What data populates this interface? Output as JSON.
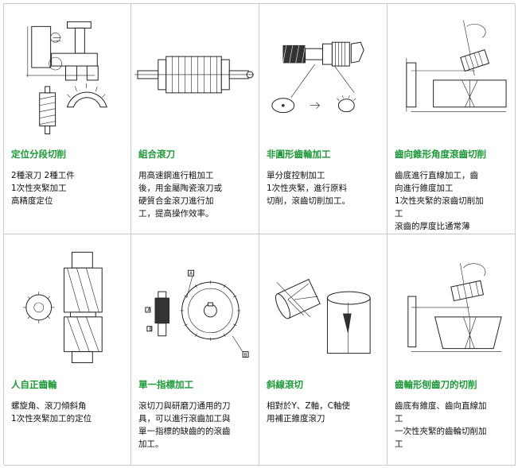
{
  "cells": [
    {
      "title": "定位分段切削",
      "lines": [
        "2種滾刀 2種工件",
        "1次性夾緊加工",
        "高精度定位"
      ]
    },
    {
      "title": "組合滾刀",
      "lines": [
        "用高速鋼進行粗加工",
        "後，用金屬陶瓷滾刀或",
        "硬質合金滾刀進行加",
        "工，提高操作效率。"
      ]
    },
    {
      "title": "非圓形齒輪加工",
      "lines": [
        "單分度控制加工",
        "1次性夾緊，進行原料",
        "切削，滾齒切削加工。"
      ]
    },
    {
      "title": "齒向錐形角度滾齒切削",
      "lines": [
        "齒底進行直線加工，齒",
        "向進行錐度加工",
        "1次性夾緊的滾齒切削加",
        "工",
        "滾齒的厚度比通常薄"
      ]
    },
    {
      "title": "人自正齒輪",
      "lines": [
        "螺旋角、滾刀傾斜角",
        "1次性夾緊加工的定位"
      ]
    },
    {
      "title": "單一指標加工",
      "lines": [
        "滾切刀與研磨刀通用的刀",
        "具，可以進行滾齒加工與",
        "單一指標的缺齒的的滾齒",
        "加工。"
      ],
      "labels": [
        "A",
        "A",
        "B",
        "B"
      ]
    },
    {
      "title": "斜線滾切",
      "lines": [
        "相對於Y、Z軸，C軸使",
        "用補正錐度滾刀"
      ]
    },
    {
      "title": "齒輪形刨齒刀的切削",
      "lines": [
        "齒底有錐度、齒向直線加",
        "工",
        "一次性夾緊的齒輪切削加",
        "工"
      ]
    }
  ]
}
